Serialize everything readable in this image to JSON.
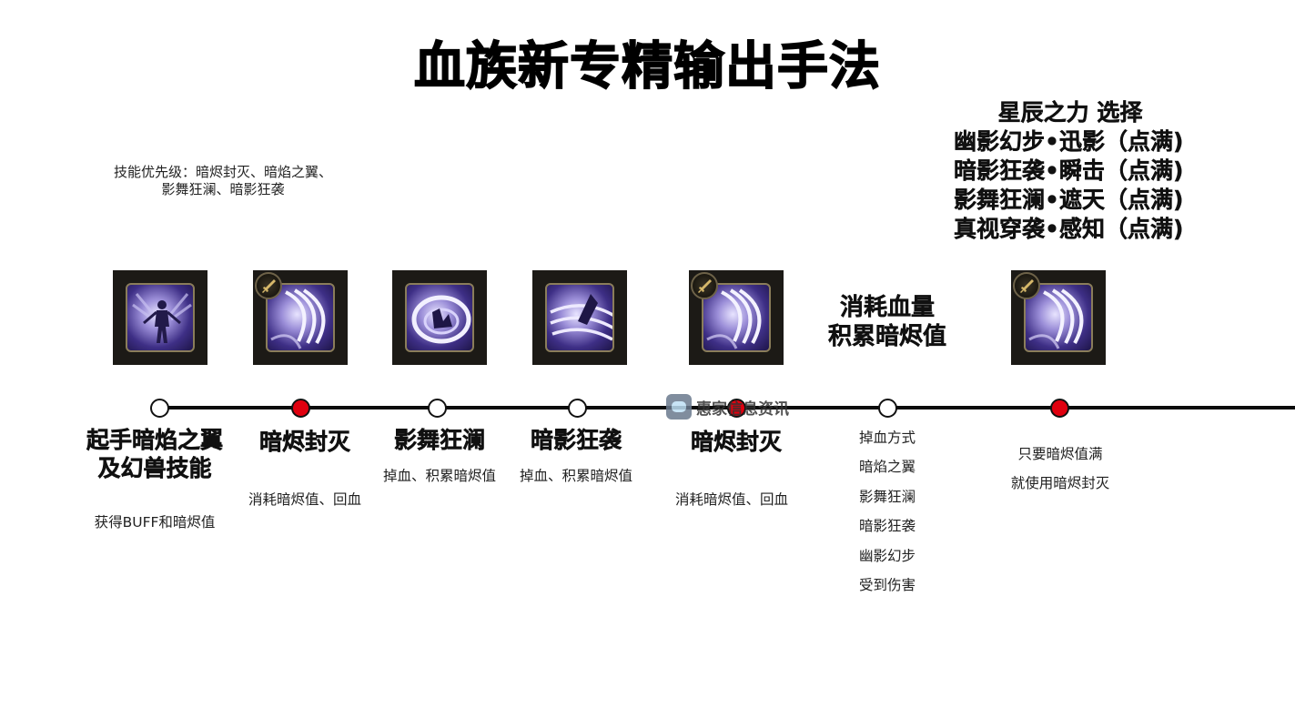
{
  "title": "血族新专精输出手法",
  "priority_note": {
    "line1": "技能优先级：暗烬封灭、暗焰之翼、",
    "line2": "影舞狂澜、暗影狂袭"
  },
  "talent_box": {
    "heading": "星辰之力 选择",
    "rows": [
      "幽影幻步•迅影（点满)",
      "暗影狂袭•瞬击（点满)",
      "影舞狂澜•遮天（点满)",
      "真视穿袭•感知（点满)"
    ]
  },
  "mid_note": {
    "line1": "消耗血量",
    "line2": "积累暗烬值"
  },
  "timeline": {
    "line_color": "#0b0b0b",
    "node_colors": {
      "active": "#e0000f",
      "inactive": "#ffffff"
    },
    "steps": [
      {
        "icon": "shadow-wing-figure-icon",
        "node": "inactive",
        "title_line1": "起手暗焰之翼",
        "title_line2": "及幻兽技能",
        "desc": "获得BUFF和暗烬值"
      },
      {
        "icon": "dusk-strike-claw-icon",
        "badge": "dagger-badge-icon",
        "node": "active",
        "title_line1": "暗烬封灭",
        "desc": "消耗暗烬值、回血"
      },
      {
        "icon": "shadow-dance-swirl-icon",
        "node": "inactive",
        "title_line1": "影舞狂澜",
        "desc": "掉血、积累暗烬值"
      },
      {
        "icon": "shadow-assault-slash-icon",
        "node": "inactive",
        "title_line1": "暗影狂袭",
        "desc": "掉血、积累暗烬值"
      },
      {
        "icon": "dusk-strike-claw-icon",
        "badge": "dagger-badge-icon",
        "node": "active",
        "title_line1": "暗烬封灭",
        "desc": "消耗暗烬值、回血"
      },
      {
        "node": "inactive",
        "list_title": "掉血方式",
        "list": [
          "暗焰之翼",
          "影舞狂澜",
          "暗影狂袭",
          "幽影幻步",
          "受到伤害"
        ]
      },
      {
        "icon": "dusk-strike-claw-icon",
        "badge": "dagger-badge-icon",
        "node": "active",
        "desc_line1": "只要暗烬值满",
        "desc_line2": "就使用暗烬封灭"
      }
    ]
  },
  "watermark": {
    "text": "惠家信息资讯",
    "icon": "robot-logo-icon"
  }
}
